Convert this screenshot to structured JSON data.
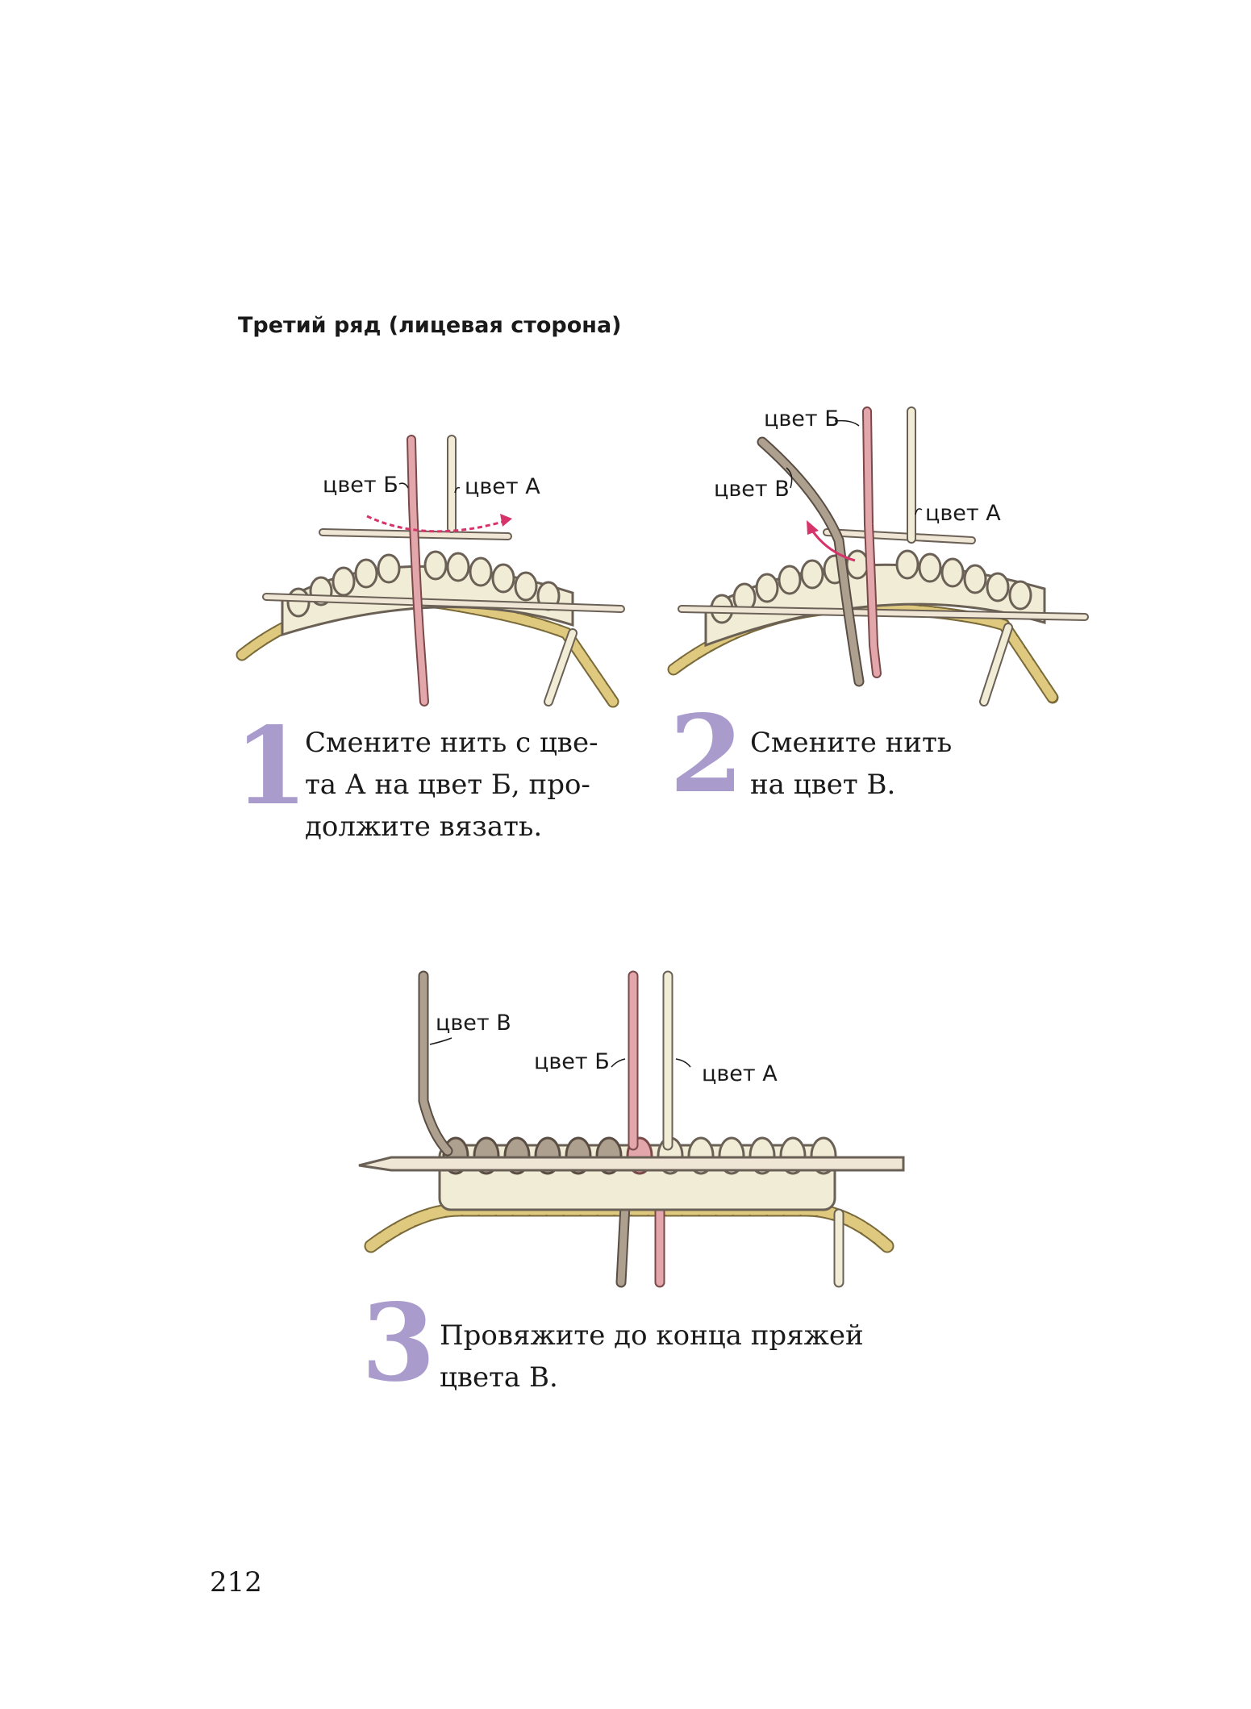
{
  "heading": "Третий ряд (лицевая сторона)",
  "steps": [
    {
      "number": "1",
      "text_lines": [
        "Смените нить с цве-",
        "та А на цвет Б, про-",
        "должите вязать."
      ],
      "labels": {
        "yarn_b": "цвет Б",
        "yarn_a": "цвет А"
      }
    },
    {
      "number": "2",
      "text_lines": [
        "Смените нить",
        "на цвет В."
      ],
      "labels": {
        "yarn_b": "цвет Б",
        "yarn_v": "цвет В",
        "yarn_a": "цвет А"
      }
    },
    {
      "number": "3",
      "text_lines": [
        "Провяжите до конца пряжей",
        "цвета В."
      ],
      "labels": {
        "yarn_v": "цвет В",
        "yarn_b": "цвет Б",
        "yarn_a": "цвет А"
      }
    }
  ],
  "colors": {
    "yarn_a": "#f1ecd6",
    "yarn_b": "#e3a6aa",
    "yarn_v": "#aea08f",
    "cast_on": "#dfc97f",
    "needle": "#efe6d6",
    "arrow": "#d6336b",
    "step_number": "#a99bcc"
  },
  "page_number": "212"
}
